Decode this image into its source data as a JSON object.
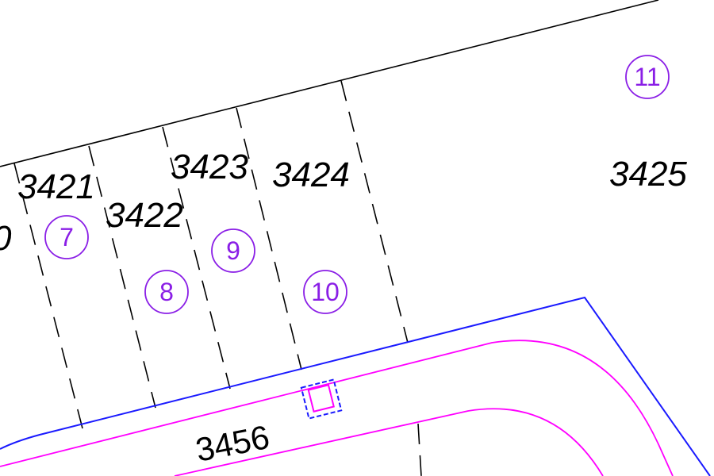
{
  "map": {
    "parcels": [
      {
        "id": "p3420",
        "label": "0"
      },
      {
        "id": "p3421",
        "label": "3421"
      },
      {
        "id": "p3422",
        "label": "3422"
      },
      {
        "id": "p3423",
        "label": "3423"
      },
      {
        "id": "p3424",
        "label": "3424"
      },
      {
        "id": "p3425",
        "label": "3425"
      }
    ],
    "road": {
      "label": "3456"
    },
    "markers": [
      {
        "id": "m7",
        "label": "7"
      },
      {
        "id": "m8",
        "label": "8"
      },
      {
        "id": "m9",
        "label": "9"
      },
      {
        "id": "m10",
        "label": "10"
      },
      {
        "id": "m11",
        "label": "11"
      }
    ],
    "colors": {
      "boundary": "#000000",
      "lot_line_dashed": "#000000",
      "road_edge": "#1a1aff",
      "road_centerline": "#ff00ff",
      "marker": "#8a1ee6",
      "structure_dashed": "#1a1aff"
    }
  }
}
